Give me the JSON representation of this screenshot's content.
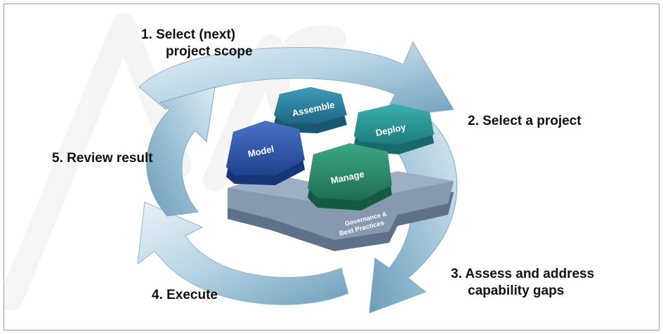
{
  "steps": {
    "step1": {
      "line1": "1. Select (next)",
      "line2": "project scope"
    },
    "step2": {
      "text": "2. Select a project"
    },
    "step3": {
      "line1": "3. Assess and address",
      "line2": "capability gaps"
    },
    "step4": {
      "text": "4. Execute"
    },
    "step5": {
      "text": "5. Review result"
    }
  },
  "hexagons": {
    "model": "Model",
    "assemble": "Assemble",
    "deploy": "Deploy",
    "manage": "Manage"
  },
  "base": {
    "line1": "Governance &",
    "line2": "Best Practices"
  },
  "colors": {
    "arrow_light": "#dfecf4",
    "arrow_dark": "#7aa9c4",
    "model": "#2e56a8",
    "assemble": "#2f86a3",
    "deploy": "#2c9b9a",
    "manage": "#2e8e6e",
    "base": "#7d8ea3"
  }
}
